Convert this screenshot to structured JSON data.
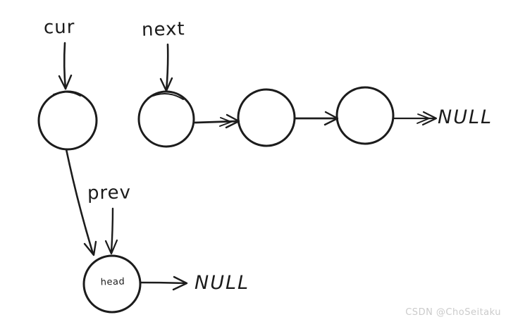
{
  "labels": {
    "cur": "cur",
    "next": "next",
    "prev": "prev",
    "head": "head",
    "null_top": "NULL",
    "null_bottom": "NULL"
  },
  "watermark": {
    "text": "CSDN @ChoSeitaku",
    "color": "#cbcbcb"
  },
  "colors": {
    "background": "#ffffff",
    "stroke": "#1c1c1c"
  }
}
